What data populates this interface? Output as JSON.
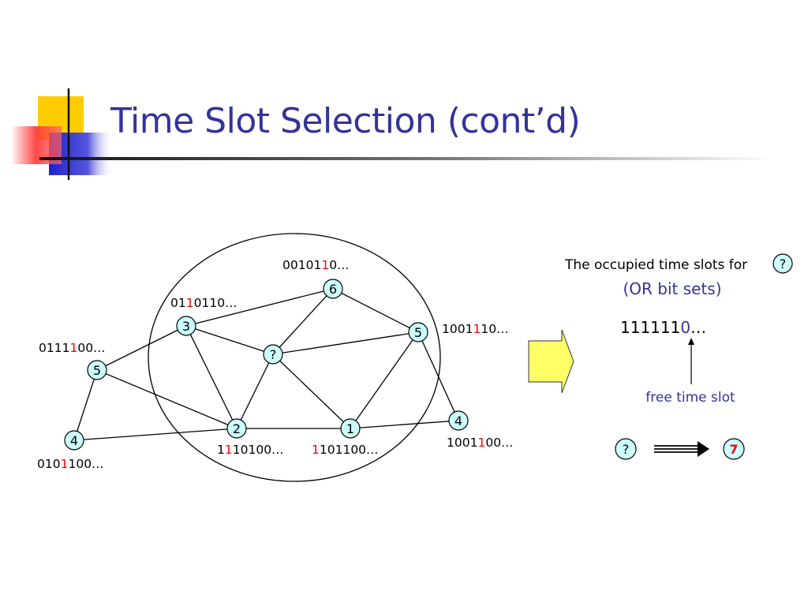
{
  "slide": {
    "title": "Time Slot Selection (cont’d)"
  },
  "graph": {
    "nodes": [
      {
        "id": "n6",
        "label": "6"
      },
      {
        "id": "n3",
        "label": "3"
      },
      {
        "id": "nq",
        "label": "?"
      },
      {
        "id": "n5r",
        "label": "5"
      },
      {
        "id": "n5l",
        "label": "5"
      },
      {
        "id": "n2",
        "label": "2"
      },
      {
        "id": "n1",
        "label": "1"
      },
      {
        "id": "n4r",
        "label": "4"
      },
      {
        "id": "n4l",
        "label": "4"
      }
    ],
    "edges": [
      [
        "n3",
        "n6"
      ],
      [
        "n6",
        "nq"
      ],
      [
        "n6",
        "n5r"
      ],
      [
        "n3",
        "nq"
      ],
      [
        "nq",
        "n5r"
      ],
      [
        "n3",
        "n5l"
      ],
      [
        "n3",
        "n2"
      ],
      [
        "nq",
        "n2"
      ],
      [
        "nq",
        "n1"
      ],
      [
        "n5r",
        "n1"
      ],
      [
        "n5r",
        "n4r"
      ],
      [
        "n5l",
        "n2"
      ],
      [
        "n5l",
        "n4l"
      ],
      [
        "n4l",
        "n2"
      ],
      [
        "n2",
        "n1"
      ],
      [
        "n1",
        "n4r"
      ]
    ],
    "bit_labels": [
      {
        "node": "n6",
        "parts": [
          "00101",
          "1",
          "0…"
        ]
      },
      {
        "node": "n3",
        "parts": [
          "01",
          "1",
          "0110…"
        ]
      },
      {
        "node": "n5r",
        "parts": [
          "1001",
          "1",
          "10…"
        ]
      },
      {
        "node": "n5l",
        "parts": [
          "0111",
          "1",
          "00…"
        ]
      },
      {
        "node": "n2",
        "parts": [
          "1",
          "1",
          "10100…"
        ]
      },
      {
        "node": "n1",
        "parts": [
          "",
          "1",
          "101100…"
        ]
      },
      {
        "node": "n4r",
        "parts": [
          "1001",
          "1",
          "00…"
        ]
      },
      {
        "node": "n4l",
        "parts": [
          "010",
          "1",
          "100…"
        ]
      }
    ]
  },
  "result": {
    "occupied_text": "The occupied time slots for",
    "occupied_node": "?",
    "or_text": "(OR bit sets)",
    "bits_prefix": "111111",
    "bits_free": "0",
    "bits_suffix": "…",
    "free_label": "free time slot",
    "from_node": "?",
    "to_node": "7"
  },
  "colors": {
    "title": "#333399",
    "node_fill": "#ccffff",
    "highlight_bit": "#ff0000",
    "accent_text": "#333399",
    "block_arrow_fill": "#ffff66",
    "logo_yellow": "#ffcc00",
    "logo_blue": "#3333cc",
    "logo_red": "#ff3333"
  }
}
